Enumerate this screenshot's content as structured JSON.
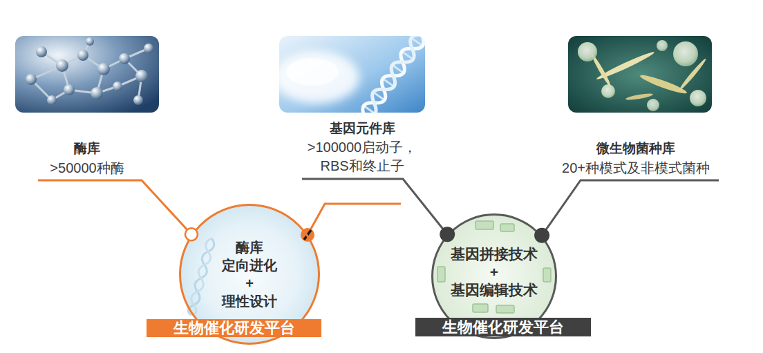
{
  "diagram": {
    "nodes": [
      {
        "text": [
          "酶库",
          ">50000种酶"
        ]
      },
      {
        "text": [
          "基因元件库",
          ">100000启动子， RBS和终止子"
        ]
      },
      {
        "text": [
          "微生物菌种库",
          "20+种模式及非模式菌种"
        ]
      },
      {
        "text": [
          "酶库 定向进化 + 理性设计"
        ]
      },
      {
        "text": [
          "生物催化研发平台"
        ],
        "in": 3
      },
      {
        "text": [
          "基因拼接技术 + 基因编辑技术"
        ]
      },
      {
        "text": [
          "生物催化研发平台"
        ],
        "in": 5
      }
    ],
    "edges": [
      {
        "from": 0,
        "to": 3,
        "arrow": "none"
      },
      {
        "from": 1,
        "to": 5,
        "arrow": "none"
      },
      {
        "from": 2,
        "to": 5,
        "arrow": "none"
      }
    ]
  }
}
